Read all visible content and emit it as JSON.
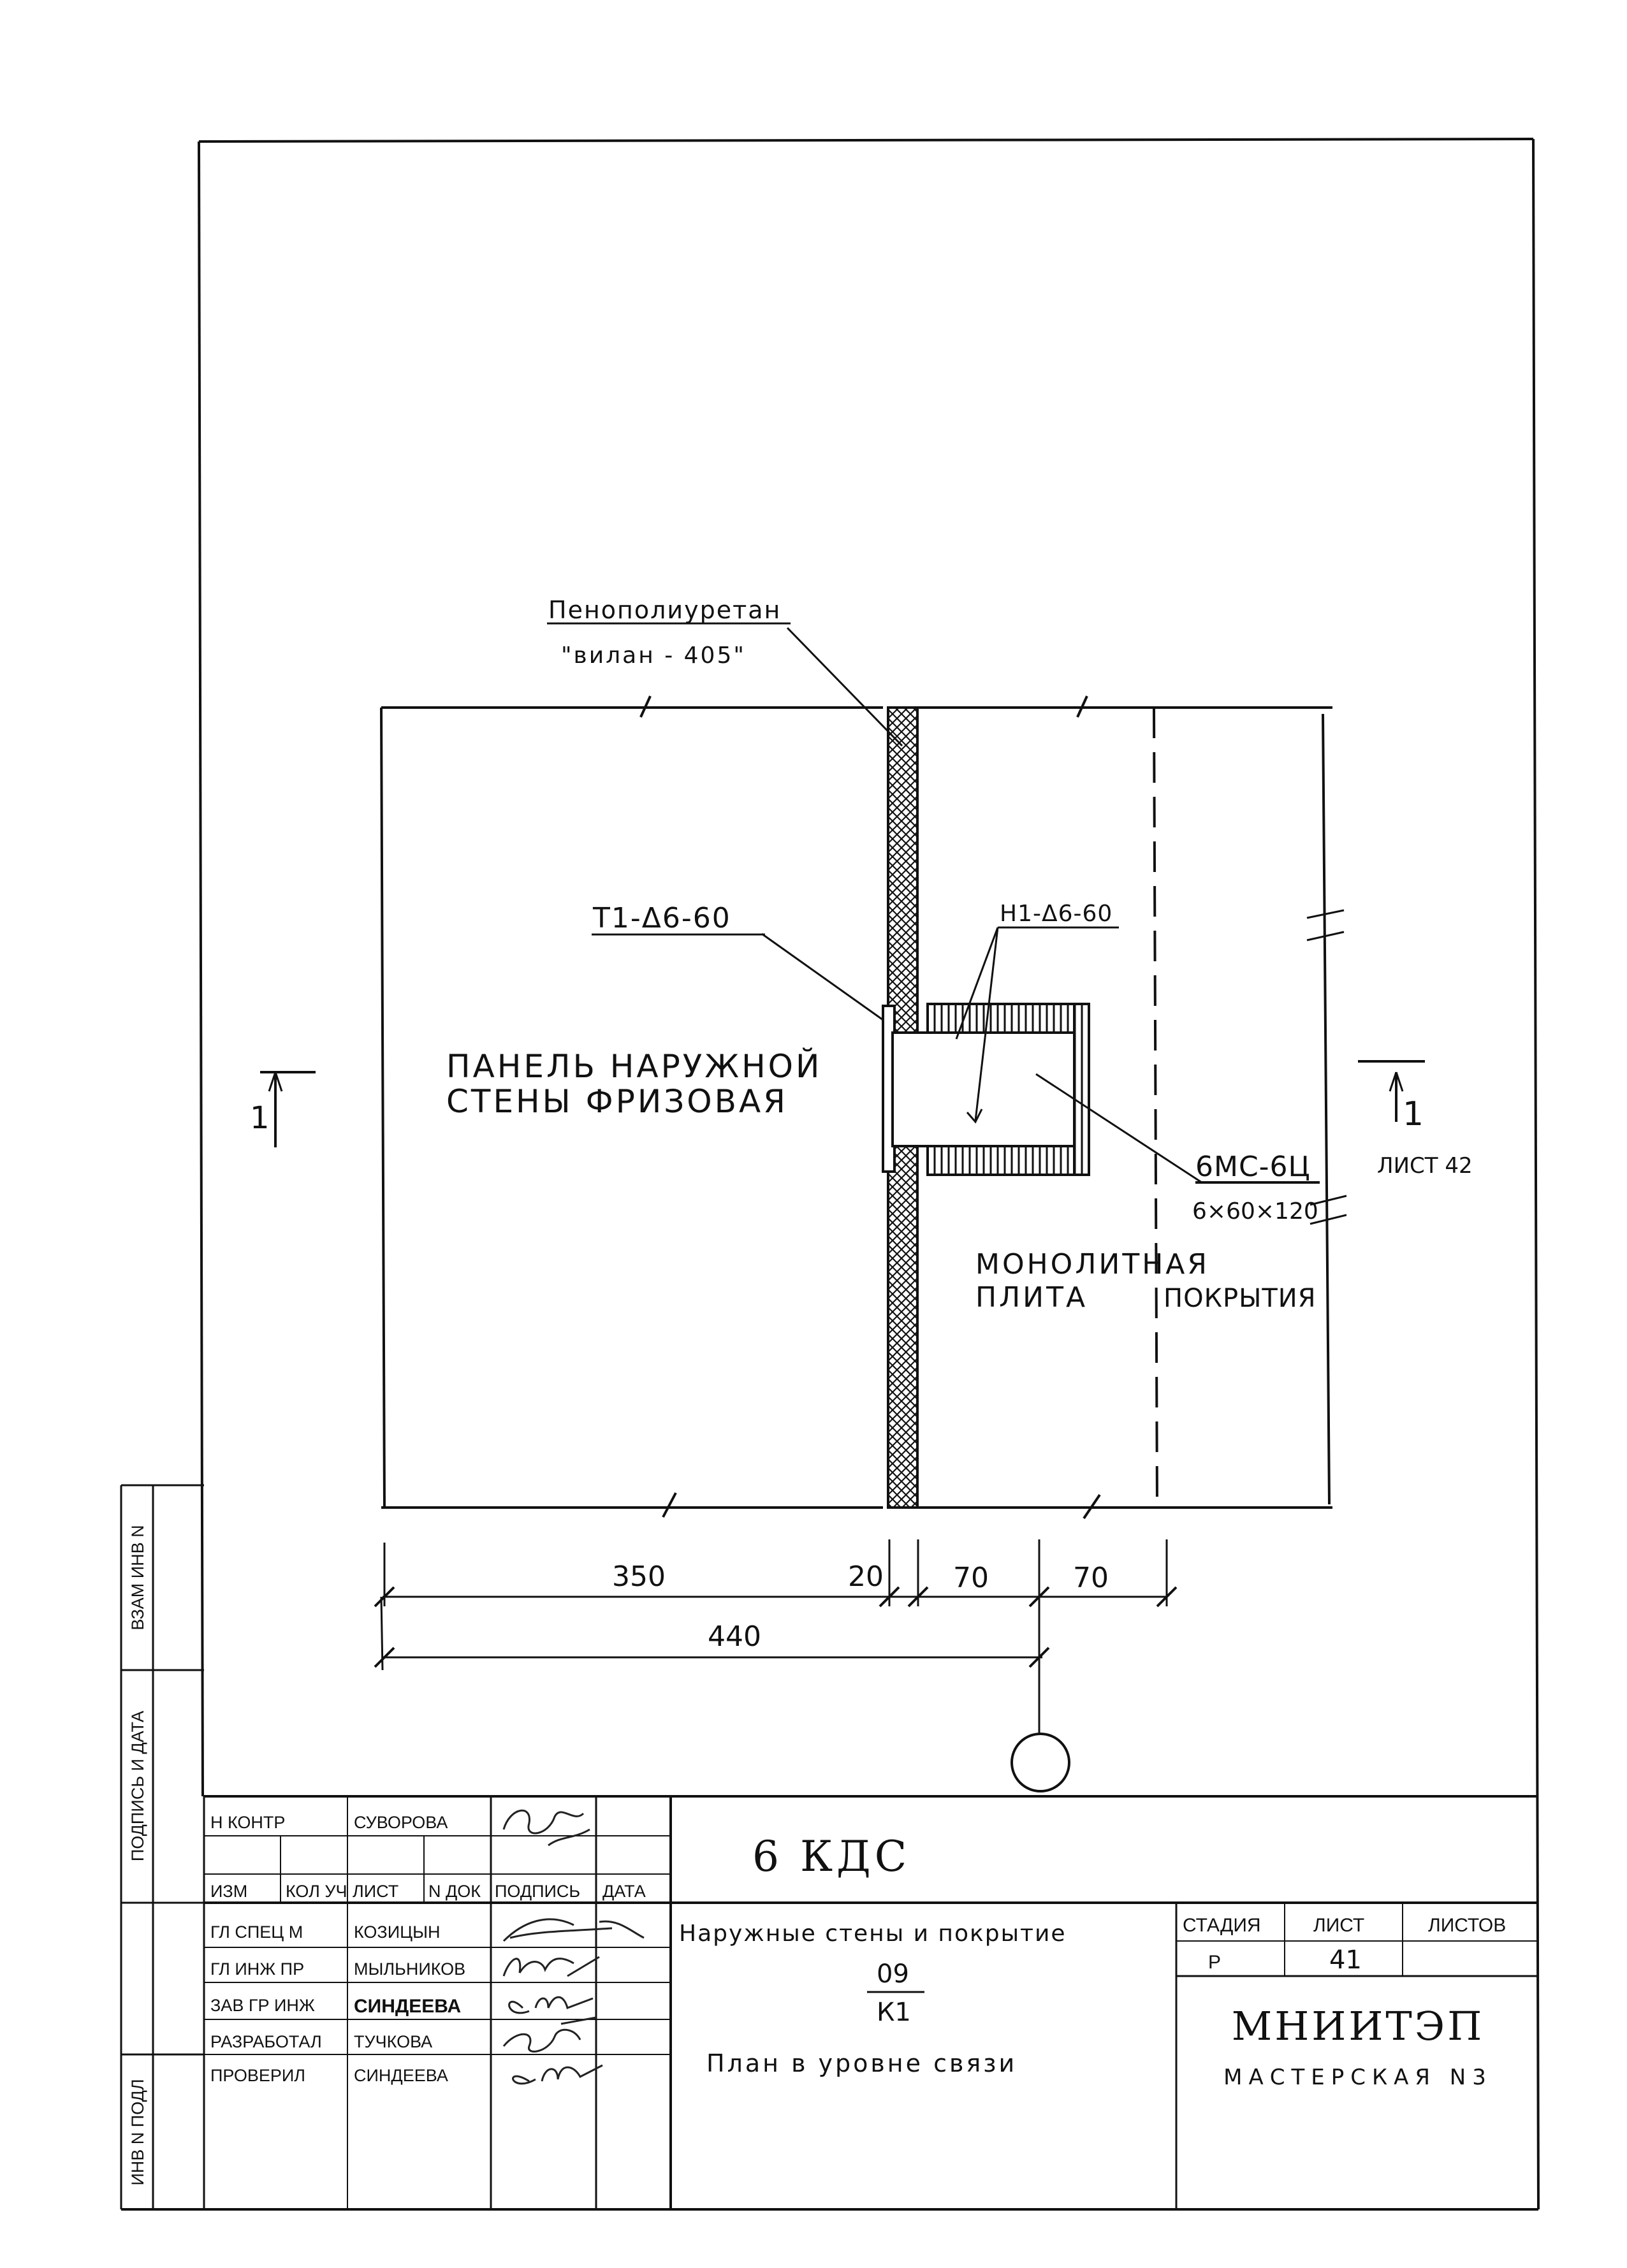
{
  "callouts": {
    "insulation_name": "Пенополиуретан",
    "insulation_brand": "\"вилан - 405\"",
    "tie_t1": "Т1-Δ6-60",
    "tie_h1": "Н1-Δ6-60",
    "panel_line1": "ПАНЕЛЬ НАРУЖНОЙ",
    "panel_line2": "СТЕНЫ ФРИЗОВАЯ",
    "bracket_mark": "6МС-6Ц",
    "bracket_size": "6×60×120",
    "slab_line1": "МОНОЛИТНАЯ",
    "slab_line2": "ПЛИТА",
    "slab_line3": "ПОКРЫТИЯ"
  },
  "section_marks": {
    "left_label": "1",
    "right_label": "1",
    "right_sheet": "ЛИСТ 42"
  },
  "dimensions": {
    "d350": "350",
    "d20": "20",
    "d70a": "70",
    "d70b": "70",
    "d440": "440"
  },
  "side_stamp": {
    "f1": "ВЗАМ ИНВ N",
    "f2": "ПОДПИСЬ И ДАТА",
    "f3": "ИНВ N ПОДЛ"
  },
  "title_block": {
    "n_kontr_role": "Н КОНТР",
    "n_kontr_name": "СУВОРОВА",
    "h_izm": "ИЗМ",
    "h_kol": "КОЛ УЧ",
    "h_list": "ЛИСТ",
    "h_ndok": "N ДОК",
    "h_podpis": "ПОДПИСЬ",
    "h_data": "ДАТА",
    "r1_role": "ГЛ СПЕЦ М",
    "r1_name": "КОЗИЦЫН",
    "r2_role": "ГЛ ИНЖ ПР",
    "r2_name": "МЫЛЬНИКОВ",
    "r3_role": "ЗАВ ГР ИНЖ",
    "r3_name": "СИНДЕЕВА",
    "r4_role": "РАЗРАБОТАЛ",
    "r4_name": "ТУЧКОВА",
    "r5_role": "ПРОВЕРИЛ",
    "r5_name": "СИНДЕЕВА",
    "project_code": "6 КДС",
    "object_name": "Наружные стены и покрытие",
    "code_top": "09",
    "code_bottom": "К1",
    "sheet_title": "План в уровне связи",
    "h_stage": "СТАДИЯ",
    "h_sheet": "ЛИСТ",
    "h_sheets": "ЛИСТОВ",
    "stage": "Р",
    "sheet_no": "41",
    "sheets_total": "",
    "org": "МНИИТЭП",
    "workshop": "МАСТЕРСКАЯ N3"
  }
}
